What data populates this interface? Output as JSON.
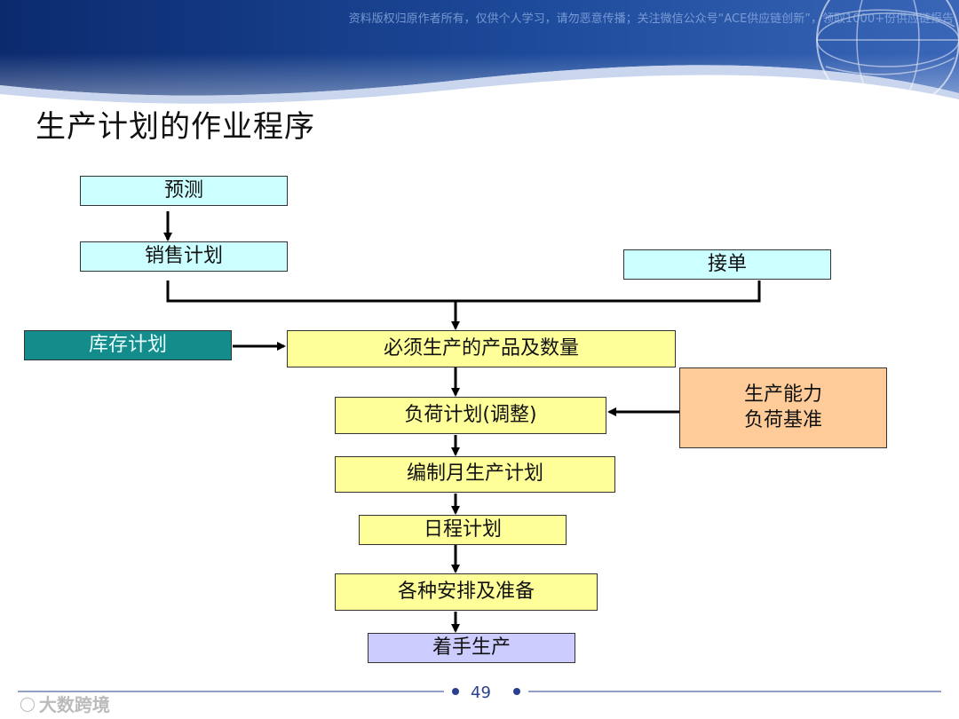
{
  "header": {
    "watermark": "资料版权归原作者所有，仅供个人学习，请勿恶意传播；关注微信公众号“ACE供应链创新”，领取1000+份供应链报告"
  },
  "title": "生产计划的作业程序",
  "nodes": {
    "forecast": "预测",
    "sales_plan": "销售计划",
    "orders": "接单",
    "inventory_plan": "库存计划",
    "required_quantity": "必须生产的产品及数量",
    "capacity_line1": "生产能力",
    "capacity_line2": "负荷基准",
    "load_plan": "负荷计划(调整)",
    "monthly_plan": "编制月生产计划",
    "daily_schedule": "日程计划",
    "arrangements": "各种安排及准备",
    "start_production": "着手生产"
  },
  "footer": {
    "page_number": "49",
    "logo_text": "大数跨境"
  },
  "colors": {
    "header_dark": "#0b2a6e",
    "header_light": "#3a66b8",
    "cyan_box": "#ccffff",
    "teal_box": "#148c8c",
    "yellow_box": "#ffff99",
    "orange_box": "#ffcc99",
    "lavender_box": "#ccccff",
    "footer_accent": "#2a3f8f"
  }
}
